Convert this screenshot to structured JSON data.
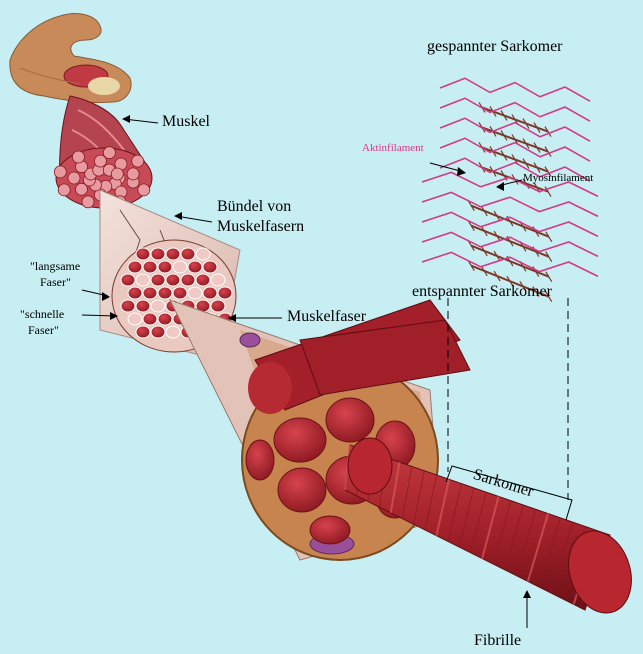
{
  "labels": {
    "muskel": "Muskel",
    "buendel_line1": "Bündel von",
    "buendel_line2": "Muskelfasern",
    "langsame_line1": "\"langsame",
    "langsame_line2": "Faser\"",
    "schnelle_line1": "\"schnelle",
    "schnelle_line2": "Faser\"",
    "muskelfaser": "Muskelfaser",
    "gespannter": "gespannter Sarkomer",
    "aktinfilament": "Aktinfilament",
    "myosinfilament": "Myosinfilament",
    "entspannter": "entspannter Sarkomer",
    "sarkomer": "Sarkomer",
    "fibrille": "Fibrille"
  },
  "colors": {
    "background": "#c7eef2",
    "muscle_red": "#a8222c",
    "muscle_dark": "#6e1218",
    "sheath": "#e8d0c8",
    "actin_pink": "#d43a86",
    "myosin_brown": "#7a3a2a",
    "skin": "#c98a5a"
  }
}
